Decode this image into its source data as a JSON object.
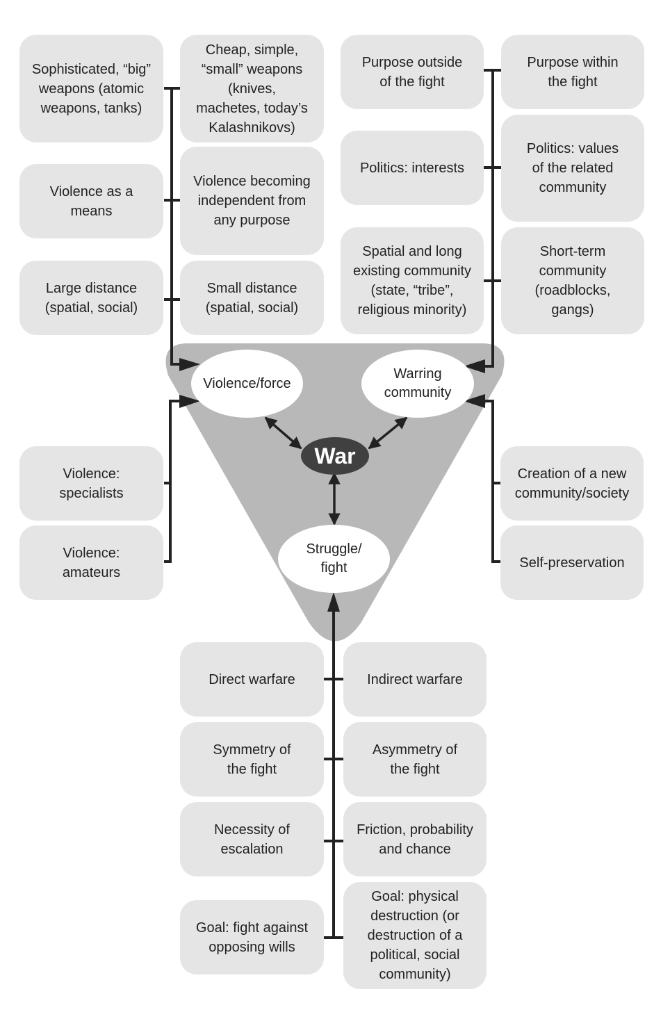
{
  "colors": {
    "box_fill": "#e5e5e5",
    "triangle_fill": "#b8b8b8",
    "node_fill": "#ffffff",
    "war_fill": "#404040",
    "line": "#222222"
  },
  "center": {
    "war": "War",
    "violence": "Violence/force",
    "community": "Warring\ncommunity",
    "struggle": "Struggle/\nfight"
  },
  "violence_pairs": [
    {
      "left": "Sophisticated, “big”\nweapons (atomic\nweapons, tanks)",
      "right": "Cheap, simple,\n“small” weapons\n(knives,\nmachetes, today’s\nKalashnikovs)"
    },
    {
      "left": "Violence as a\nmeans",
      "right": "Violence becoming\nindependent from\nany purpose"
    },
    {
      "left": "Large distance\n(spatial, social)",
      "right": "Small distance\n(spatial, social)"
    }
  ],
  "community_pairs": [
    {
      "left": "Purpose outside\nof the fight",
      "right": "Purpose within\nthe fight"
    },
    {
      "left": "Politics: interests",
      "right": "Politics: values\nof the related\ncommunity"
    },
    {
      "left": "Spatial and long\nexisting community\n(state, “tribe”,\nreligious minority)",
      "right": "Short-term\ncommunity\n(roadblocks,\ngangs)"
    }
  ],
  "violence_actors": [
    "Violence:\nspecialists",
    "Violence:\namateurs"
  ],
  "community_goals": [
    "Creation of a new\ncommunity/society",
    "Self-preservation"
  ],
  "struggle_pairs": [
    {
      "left": "Direct warfare",
      "right": "Indirect warfare"
    },
    {
      "left": "Symmetry of\nthe fight",
      "right": "Asymmetry of\nthe fight"
    },
    {
      "left": "Necessity of\nescalation",
      "right": "Friction, probability\nand chance"
    },
    {
      "left": "Goal: fight against\nopposing wills",
      "right": "Goal: physical\ndestruction (or\ndestruction of a\npolitical, social\ncommunity)"
    }
  ]
}
